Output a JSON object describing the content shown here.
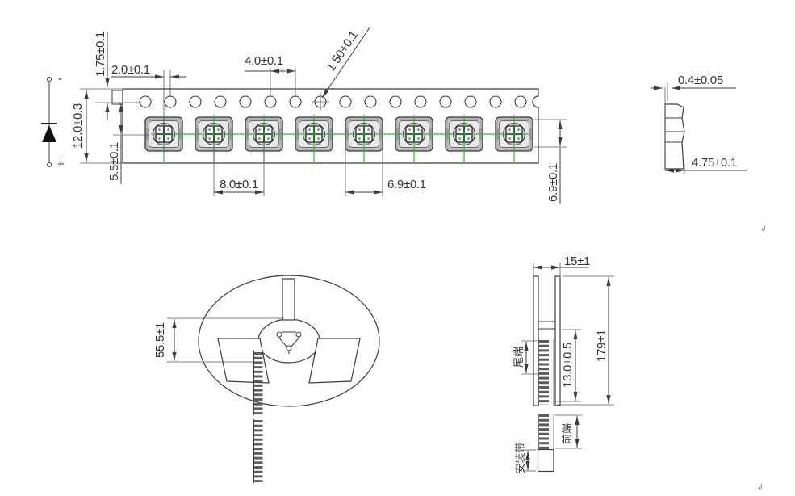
{
  "colors": {
    "line": "#3c3c3c",
    "centerline_green": "#2db82d",
    "pocket_gray": "#c6c6c6"
  },
  "top_view": {
    "dim_edge_to_hole": "1.75±0.1",
    "dim_comp_to_hole": "2.0±0.1",
    "dim_hole_pitch": "4.0±0.1",
    "dim_hole_dia": "1.50+0.1",
    "dim_tape_width": "12.0±0.3",
    "dim_hole_to_pocket": "5.5±0.1",
    "dim_pocket_pitch": "8.0±0.1",
    "dim_pocket_width": "6.9±0.1",
    "dim_pocket_length": "6.9±0.1",
    "polarity_minus": "-",
    "polarity_plus": "+"
  },
  "section_view": {
    "dim_thickness": "0.4±0.05",
    "dim_depth": "4.75±0.1"
  },
  "reel_front_view": {
    "dim_hub": "55.5±1"
  },
  "reel_side_view": {
    "dim_width": "15±1",
    "dim_diameter": "179±1",
    "dim_tape_width": "13.0±0.5",
    "label_tail_end": "尾端",
    "label_front_end": "前端",
    "label_mount_tape": "安装带"
  }
}
